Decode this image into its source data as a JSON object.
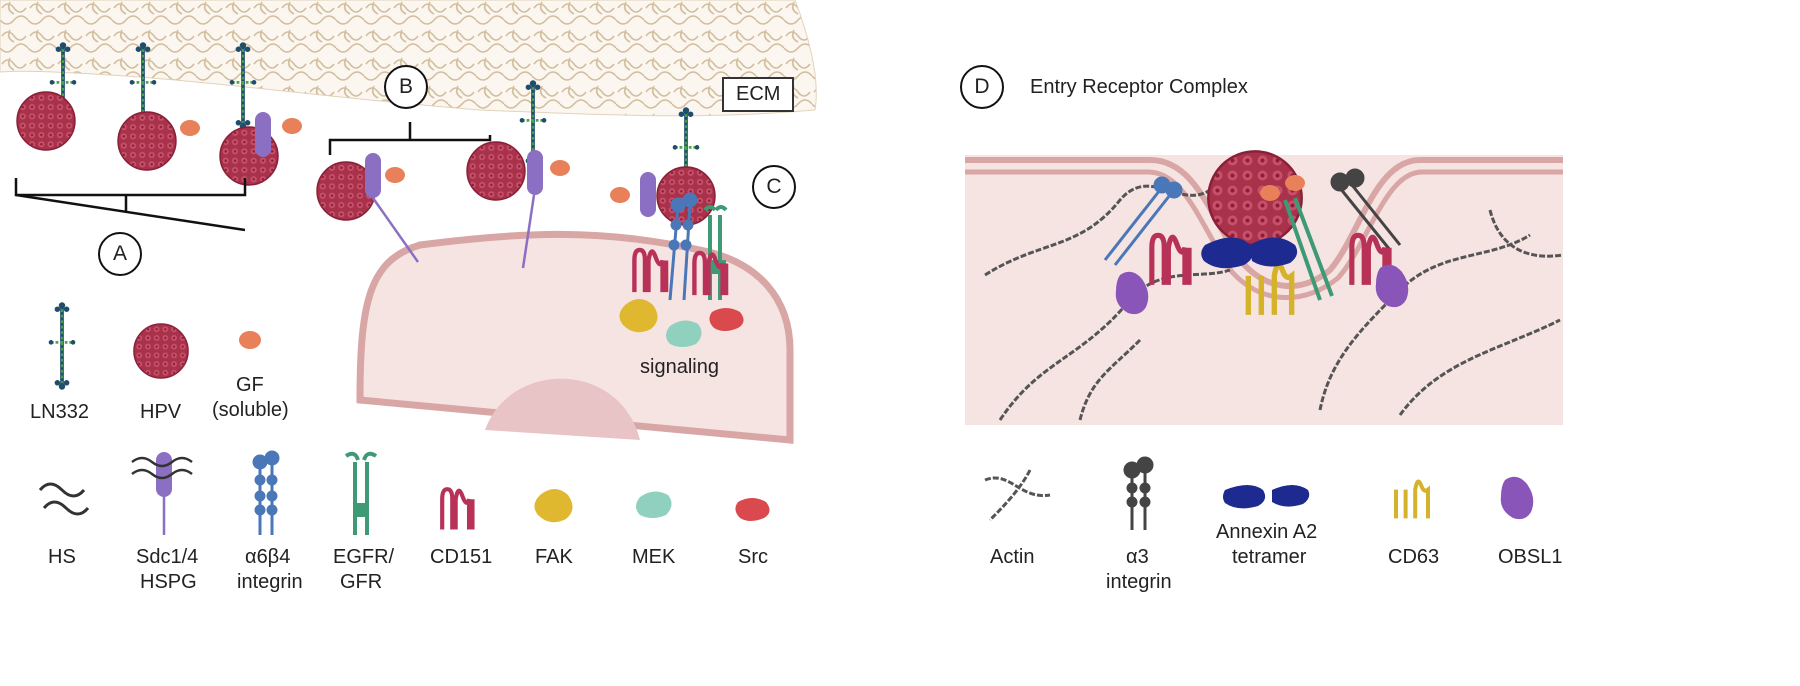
{
  "panels": {
    "A": "A",
    "B": "B",
    "C": "C",
    "D": "D"
  },
  "ecm_label": "ECM",
  "signaling_label": "signaling",
  "entry_title": "Entry Receptor Complex",
  "legend_top": {
    "ln332": "LN332",
    "hpv": "HPV",
    "gf_line1": "GF",
    "gf_line2": "(soluble)"
  },
  "legend_bottom": {
    "hs": "HS",
    "sdc_line1": "Sdc1/4",
    "sdc_line2": "HSPG",
    "a6b4_line1": "α6β4",
    "a6b4_line2": "integrin",
    "egfr_line1": "EGFR/",
    "egfr_line2": "GFR",
    "cd151": "CD151",
    "fak": "FAK",
    "mek": "MEK",
    "src": "Src"
  },
  "legend_right": {
    "actin": "Actin",
    "a3_line1": "α3",
    "a3_line2": "integrin",
    "annexin_line1": "Annexin A2",
    "annexin_line2": "tetramer",
    "cd63": "CD63",
    "obsl1": "OBSL1"
  },
  "colors": {
    "hpv": "#a8324a",
    "hpv_dot": "#d0607a",
    "ln332_chain": "#1f4e6b",
    "ln332_green": "#4aa84a",
    "gf": "#e8805a",
    "sdc": "#8b6fc2",
    "integrin_a6b4": "#4a77b8",
    "egfr": "#3d9a74",
    "cd151": "#b83258",
    "fak": "#e0b830",
    "mek": "#8fd0bf",
    "src": "#d9494e",
    "cell_fill": "#f6e4e3",
    "cell_edge": "#d9a6a6",
    "ecm": "#d8c3a5",
    "actin": "#555555",
    "annexin": "#1d2a8f",
    "cd63": "#d4b22a",
    "obsl1": "#8a55b8",
    "a3_integrin": "#444444"
  }
}
